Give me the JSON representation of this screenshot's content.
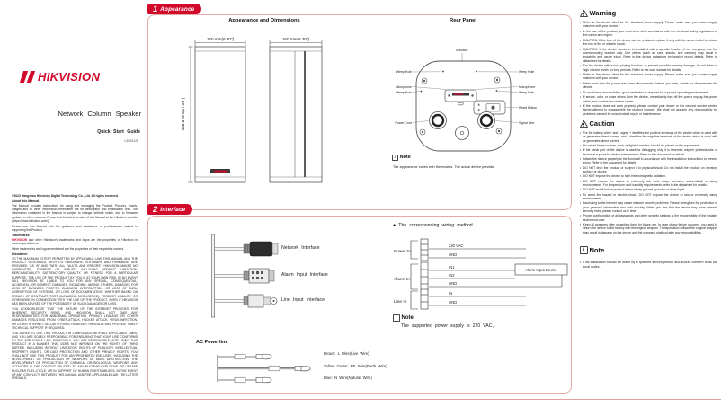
{
  "brand": {
    "logo_text": "HIKVISION"
  },
  "colors": {
    "accent": "#d20a2c",
    "box_border": "#e5aaa5"
  },
  "cover": {
    "title": "Network Column Speaker",
    "subtitle": "Quick Start Guide",
    "doc_code": "UD33412B",
    "copyright": "©2023 Hangzhou Hikvision Digital Technology Co., Ltd. All rights reserved.",
    "about_heading": "About this Manual",
    "about_paragraphs": [
      "The Manual includes instructions for using and managing the Product. Pictures, charts, images and all other information hereinafter are for description and explanation only. The information contained in the Manual is subject to change, without notice, due to firmware updates or other reasons. Please find the latest version of this Manual at the Hikvision website (https://www.hikvision.com/).",
      "Please use this Manual with the guidance and assistance of professionals trained in supporting the Product."
    ],
    "trademarks_heading": "Trademarks",
    "trademark_brand": "HIKVISION",
    "trademark_rest": " and other Hikvision's trademarks and logos are the properties of Hikvision in various jurisdictions.",
    "trademark_other": "Other trademarks and logos mentioned are the properties of their respective owners.",
    "disclaimer_heading": "Disclaimer",
    "disclaimer_paragraphs": [
      "TO THE MAXIMUM EXTENT PERMITTED BY APPLICABLE LAW, THIS MANUAL AND THE PRODUCT DESCRIBED, WITH ITS HARDWARE, SOFTWARE AND FIRMWARE, ARE PROVIDED \"AS IS\" AND \"WITH ALL FAULTS AND ERRORS\". HIKVISION MAKES NO WARRANTIES, EXPRESS OR IMPLIED, INCLUDING WITHOUT LIMITATION, MERCHANTABILITY, SATISFACTORY QUALITY, OR FITNESS FOR A PARTICULAR PURPOSE. THE USE OF THE PRODUCT BY YOU IS AT YOUR OWN RISK. IN NO EVENT WILL HIKVISION BE LIABLE TO YOU FOR ANY SPECIAL, CONSEQUENTIAL, INCIDENTAL, OR INDIRECT DAMAGES, INCLUDING, AMONG OTHERS, DAMAGES FOR LOSS OF BUSINESS PROFITS, BUSINESS INTERRUPTION, OR LOSS OF DATA, CORRUPTION OF SYSTEMS, OR LOSS OF DOCUMENTATION, WHETHER BASED ON BREACH OF CONTRACT, TORT (INCLUDING NEGLIGENCE), PRODUCT LIABILITY, OR OTHERWISE, IN CONNECTION WITH THE USE OF THE PRODUCT, EVEN IF HIKVISION HAS BEEN ADVISED OF THE POSSIBILITY OF SUCH DAMAGES OR LOSS.",
      "YOU ACKNOWLEDGE THAT THE NATURE OF THE INTERNET PROVIDES FOR INHERENT SECURITY RISKS, AND HIKVISION SHALL NOT TAKE ANY RESPONSIBILITIES FOR ABNORMAL OPERATION, PRIVACY LEAKAGE OR OTHER DAMAGES RESULTING FROM CYBER-ATTACK, HACKER ATTACK, VIRUS INFECTION, OR OTHER INTERNET SECURITY RISKS; HOWEVER, HIKVISION WILL PROVIDE TIMELY TECHNICAL SUPPORT IF REQUIRED.",
      "YOU AGREE TO USE THIS PRODUCT IN COMPLIANCE WITH ALL APPLICABLE LAWS, AND YOU ARE SOLELY RESPONSIBLE FOR ENSURING THAT YOUR USE CONFORMS TO THE APPLICABLE LAW. ESPECIALLY, YOU ARE RESPONSIBLE, FOR USING THIS PRODUCT IN A MANNER THAT DOES NOT INFRINGE ON THE RIGHTS OF THIRD PARTIES, INCLUDING WITHOUT LIMITATION, RIGHTS OF PUBLICITY, INTELLECTUAL PROPERTY RIGHTS, OR DATA PROTECTION AND OTHER PRIVACY RIGHTS. YOU SHALL NOT USE THIS PRODUCT FOR ANY PROHIBITED END-USES, INCLUDING THE DEVELOPMENT OR PRODUCTION OF WEAPONS OF MASS DESTRUCTION, THE DEVELOPMENT OR PRODUCTION OF CHEMICAL OR BIOLOGICAL WEAPONS, ANY ACTIVITIES IN THE CONTEXT RELATED TO ANY NUCLEAR EXPLOSIVE OR UNSAFE NUCLEAR FUEL-CYCLE, OR IN SUPPORT OF HUMAN RIGHTS ABUSES. IN THE EVENT OF ANY CONFLICTS BETWEEN THIS MANUAL AND THE APPLICABLE LAW, THE LATTER PREVAILS."
    ]
  },
  "section1": {
    "number": "1",
    "title": "Appearance",
    "dims_heading": "Appearance and Dimensions",
    "rear_heading": "Rear Panel",
    "width_label": "160 mm(6.30\")",
    "height_label": "446.8 mm(17.59\")",
    "rear_labels": {
      "indicator": "Indicator",
      "weep_hole": "Weep Hole",
      "microphone": "Microphone",
      "power_cord": "Power Cord",
      "reset_button": "Reset Button",
      "signal_line": "Signal Line"
    },
    "note_title": "Note",
    "note_text": "The appearance varies with the models. The actual device prevails."
  },
  "section2": {
    "number": "2",
    "title": "Interface",
    "cable_labels": [
      "Network Interface",
      "Alarm Input Interface",
      "Line Input Interface"
    ],
    "ac_heading": "AC Powerline",
    "ac_wire_labels": [
      "Brown: L Wire(Live Wire)",
      "Yellow Green: PE Wire(Earth Wire)",
      "Blue: N Wire(Natural Wire)"
    ],
    "wiring_heading": "● The corresponding wiring method :",
    "wiring": {
      "power_label": "Power In",
      "power_pins": [
        "220 VAC",
        "GND"
      ],
      "alarm_label": "Alarm In",
      "alarm_pins": [
        "IN1",
        "IN2",
        "GND"
      ],
      "alarm_device": "Alarm Input Device",
      "line_label": "Line In",
      "line_pins": [
        "IN",
        "GND"
      ]
    },
    "note_title": "Note",
    "note_text": "The supported power supply is 220 VAC,"
  },
  "warning": {
    "title": "Warning",
    "bullets": [
      "Refer to the device label for the standard power supply. Please make sure you power supply matches with your device.",
      "In the use of the product, you must be in strict compliance with the electrical safety regulations of the nation and region.",
      "CAUTION: If the fuse of the device can be replaced, replace it only with the same model to reduce the risk of fire or electric shock.",
      "CAUTION: If the device needs to be installed with a specific bracket of our company, use the corresponding bracket only. Use others (such as cars, stands, and carriers) may result in instability and cause injury. Refer to the device datasheet for bracket model details. Refer to datasheet for details.",
      "For the device with sound playing function, to prevent possible hearing damage, do not listen at high volume levels for long periods. Refer to the user manual for details.",
      "Refer to the device label for the standard power supply. Please make sure you power supply matches with your device.",
      "Make sure that the power has been disconnected before you wire, install, or disassemble the device.",
      "To avoid heat accumulation, good ventilation is required for a proper operating environment.",
      "If smoke, odor, or noise arises from the device, immediately turn off the power unplug the power cable, and contact the service center.",
      "If the product does not work properly, please contact your dealer or the nearest service center. Never attempt to disassemble the product yourself. We shall not assume any responsibility for problems caused by unauthorized repair or maintenance."
    ]
  },
  "caution": {
    "title": "Caution",
    "bullets": [
      "For the battery with + and - signs, + identifies the positive terminals of the device which is used with or generates direct current, and - identifies the negative terminals of the device which is used with or generates direct current.",
      "No naked flame sources, such as lighted candles, should be placed on the equipment.",
      "If the serial port of the device is used for debugging only, it is reserved only for professionals or technical support for device maintenance. Refer to the document for details.",
      "Attach the device properly to the floor/wall in accordance with the installation instructions to prevent injury. Refer to the document for details.",
      "DO NOT drop the product or subject it to physical shock. Do not install the product on vibratory surface or places.",
      "DO NOT expose the device to high electromagnetic radiation.",
      "DO NOT expose the device to extremely hot, cold, dusty, corrosive, saline-alkali, or damp environments. For temperature and humidity requirements, refer to the datasheet for details.",
      "DO NOT install indoor product where it may get wet by water or other liquid.",
      "To avoid fire hazard or electric shock, DO NOT expose the device to rain or extremely damp environments.",
      "Accessing to the internet may cause network security problems. Please strengthen the protection of your personal information and data security. When you find that the device may have network security risks, please contact us in time.",
      "Proper configuration of all passwords and other security settings is the responsibility of the installer and/or end-user.",
      "Keep all wrappers after unpacking them for future use. In case of any failure occurred, you need to return the device to the factory with the original wrapper. Transportation without the original wrapper may result in damage on the device and the company shall not take any responsibilities."
    ]
  },
  "footer_note": {
    "title": "Note",
    "bullets": [
      "This installation should be made by a qualified service person and should conform to all the local codes."
    ]
  }
}
